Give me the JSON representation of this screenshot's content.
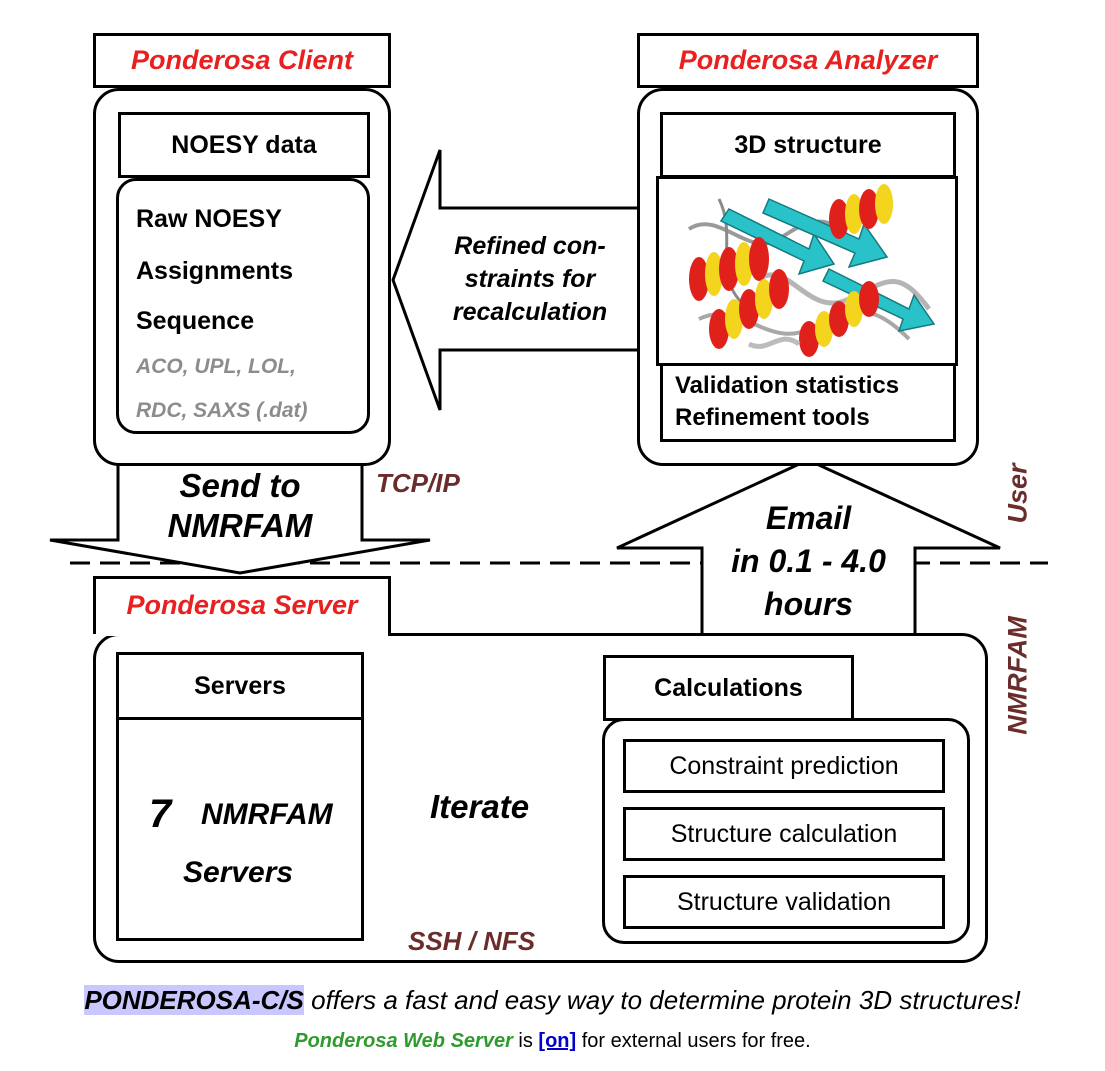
{
  "client": {
    "title": "Ponderosa Client",
    "data_header": "NOESY data",
    "items": [
      "Raw NOESY",
      "Assignments",
      "Sequence"
    ],
    "optional_items": [
      "ACO, UPL, LOL,",
      "RDC, SAXS (.dat)"
    ]
  },
  "analyzer": {
    "title": "Ponderosa Analyzer",
    "structure_header": "3D structure",
    "tools": [
      "Validation statistics",
      "Refinement tools"
    ]
  },
  "arrows": {
    "refined": [
      "Refined con-",
      "straints for",
      "recalculation"
    ],
    "send": [
      "Send to",
      "NMRFAM"
    ],
    "tcpip": "TCP/IP",
    "email": [
      "Email",
      "in 0.1 - 4.0",
      "hours"
    ]
  },
  "zones": {
    "user": "User",
    "nmrfam": "NMRFAM"
  },
  "server": {
    "title": "Ponderosa Server",
    "servers_header": "Servers",
    "servers_count": "7",
    "servers_line1": "NMRFAM",
    "servers_line2": "Servers",
    "iterate": "Iterate",
    "ssh": "SSH / NFS",
    "calc_header": "Calculations",
    "calc_items": [
      "Constraint prediction",
      "Structure calculation",
      "Structure validation"
    ]
  },
  "caption": {
    "brand": "PONDEROSA-C/S",
    "tagline": " offers a fast and easy way to determine protein 3D structures!",
    "server_name": "Ponderosa Web Server",
    "is_text": " is ",
    "status_link": "[on]",
    "suffix": " for external users for free."
  },
  "colors": {
    "title_red": "#e8201f",
    "maroon": "#6b2c2c",
    "highlight": "#c8c8ff",
    "green": "#2f9b2f",
    "link": "#0000cc",
    "helix_red": "#e0201a",
    "helix_yellow": "#f2d51c",
    "sheet_cyan": "#28c2c8"
  }
}
